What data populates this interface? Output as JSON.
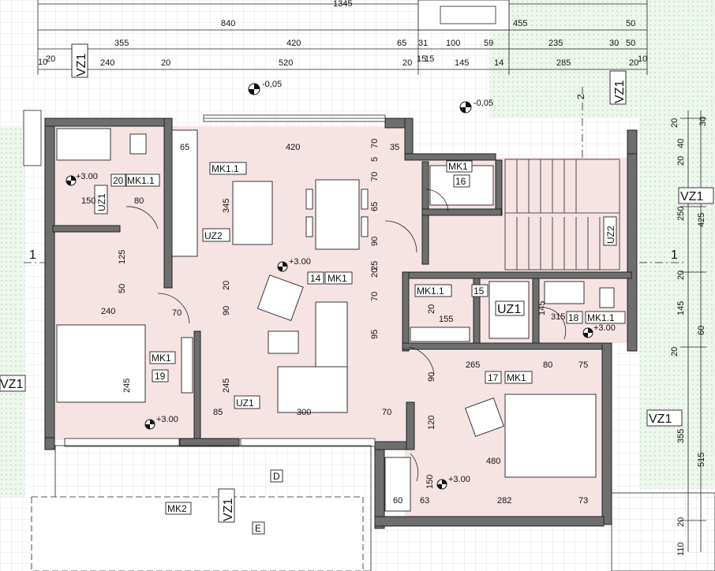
{
  "dimensions": {
    "total_top": "1345",
    "row1": [
      "840",
      "455",
      "50"
    ],
    "row2": [
      "355",
      "420",
      "65",
      "31",
      "100",
      "59",
      "235",
      "30",
      "50"
    ],
    "row3": [
      "10",
      "20",
      "240",
      "20",
      "520",
      "20",
      "15",
      "15",
      "145",
      "14",
      "285",
      "20",
      "10"
    ],
    "right_vertical": [
      "20",
      "30",
      "40",
      "20",
      "250",
      "425",
      "20",
      "145",
      "60",
      "20",
      "355",
      "515",
      "20",
      "110"
    ],
    "interior": [
      "65",
      "420",
      "70",
      "35",
      "5",
      "70",
      "345",
      "65",
      "90",
      "25",
      "20",
      "125",
      "70",
      "240",
      "50",
      "70",
      "20",
      "90",
      "95",
      "245",
      "245",
      "85",
      "300",
      "70",
      "90",
      "265",
      "80",
      "75",
      "120",
      "480",
      "150",
      "63",
      "282",
      "73",
      "60",
      "150",
      "80",
      "155",
      "145",
      "315",
      "20"
    ]
  },
  "levels": [
    "-0,05",
    "-0,05",
    "+3.00",
    "+3.00",
    "+3.00",
    "+3.00",
    "+3.00"
  ],
  "section_marks": [
    "VZ1",
    "VZ1",
    "VZ1",
    "VZ1",
    "VZ1",
    "VZ1",
    "UZ1",
    "UZ1",
    "UZ1",
    "UZ2",
    "UZ2",
    "1",
    "1",
    "2"
  ],
  "rooms": [
    {
      "num": "20",
      "code": "MK1.1"
    },
    {
      "num": "14",
      "code": "MK1",
      "extra": "MK1.1"
    },
    {
      "num": "16",
      "code": "MK1"
    },
    {
      "num": "15",
      "code": "MK1.1"
    },
    {
      "num": "18",
      "code": "MK1.1"
    },
    {
      "num": "19",
      "code": "MK1"
    },
    {
      "num": "17",
      "code": "MK1"
    }
  ],
  "terrace": {
    "code": "MK2",
    "labels": [
      "D",
      "E"
    ]
  },
  "colors": {
    "room_fill": "#f6e3e3",
    "wall": "#6e6e6e",
    "grass": "#e3f1e3",
    "grid": "#d9d9d9"
  }
}
